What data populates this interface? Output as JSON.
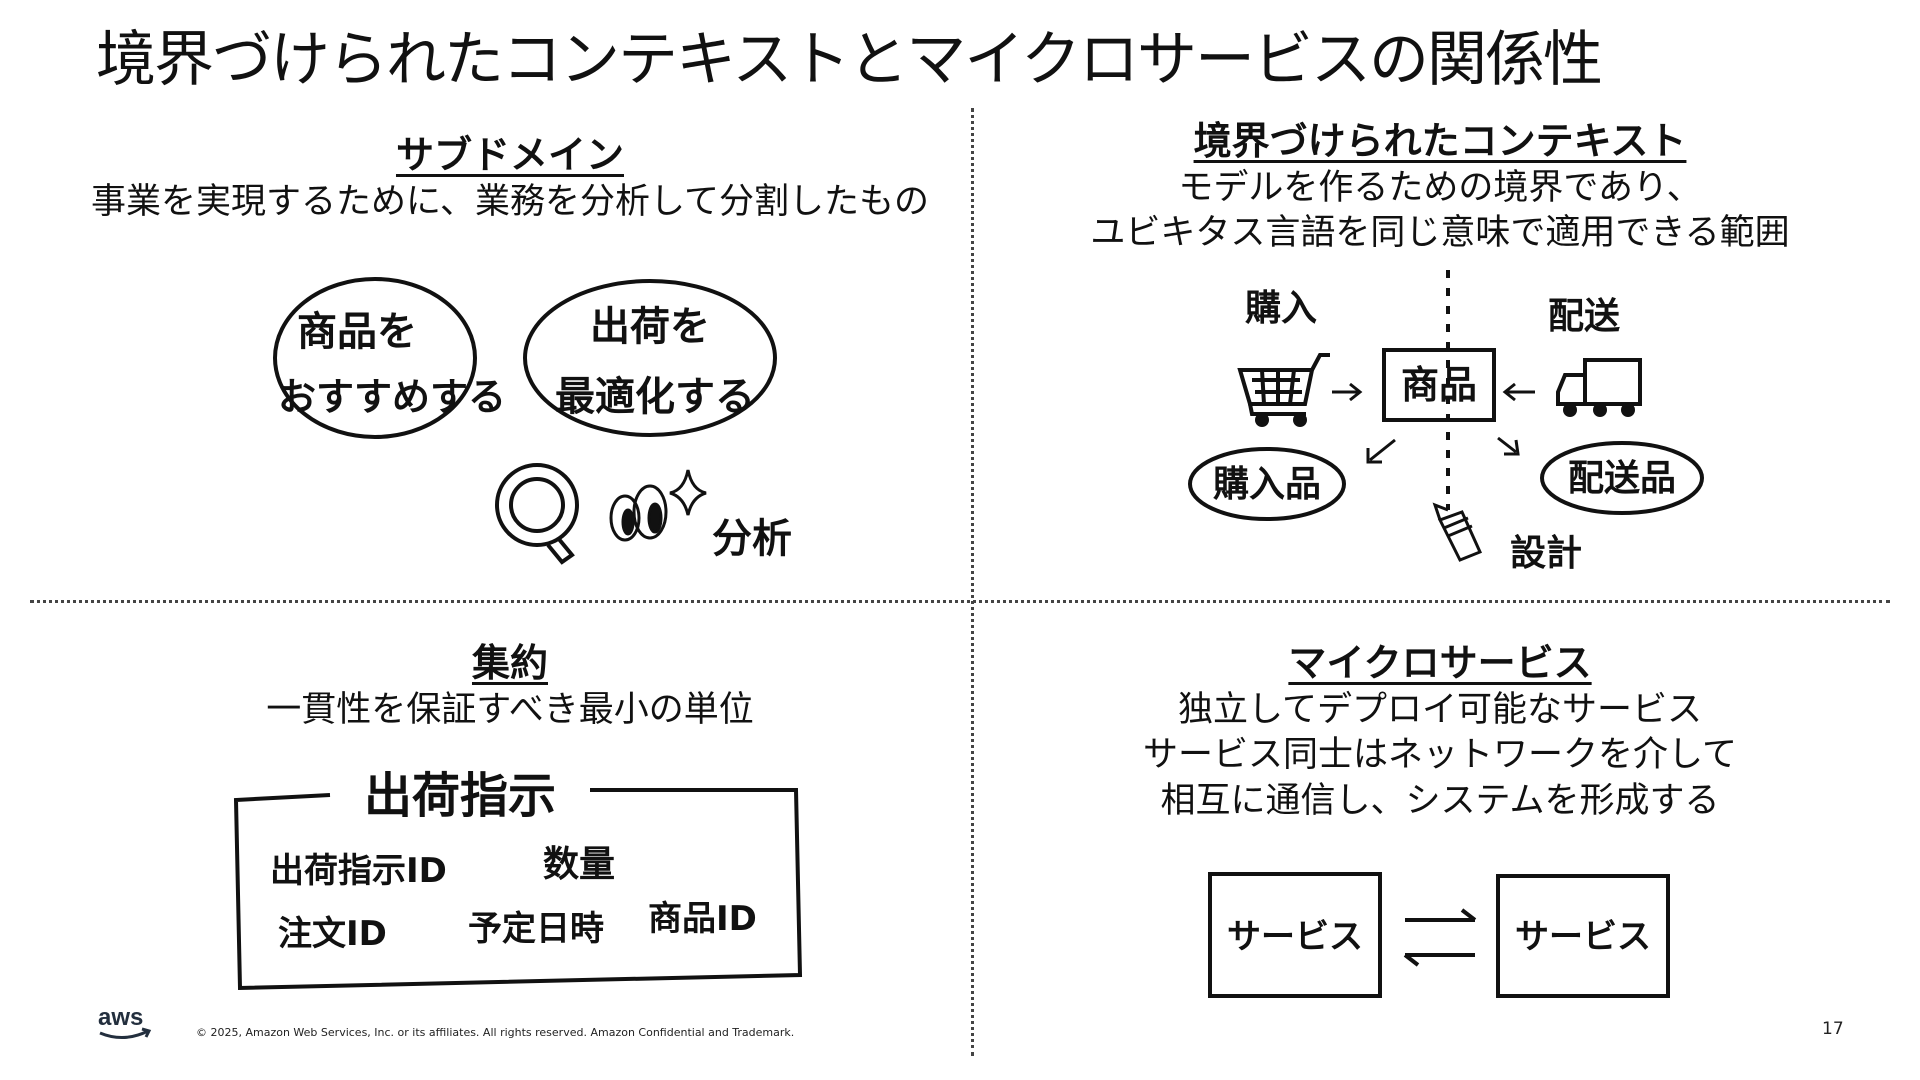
{
  "title": "境界づけられたコンテキストとマイクロサービスの関係性",
  "subdomain": {
    "heading": "サブドメイン",
    "description": "事業を実現するために、業務を分析して分割したもの",
    "bubble1_line1": "商品を",
    "bubble1_line2": "おすすめする",
    "bubble2_line1": "出荷を",
    "bubble2_line2": "最適化する",
    "analysis_label": "分析"
  },
  "bounded_context": {
    "heading": "境界づけられたコンテキスト",
    "description_line1": "モデルを作るための境界であり、",
    "description_line2": "ユビキタス言語を同じ意味で適用できる範囲",
    "purchase_label": "購入",
    "delivery_label": "配送",
    "product_label": "商品",
    "purchased_item_label": "購入品",
    "delivered_item_label": "配送品",
    "design_label": "設計"
  },
  "aggregate": {
    "heading": "集約",
    "description": "一貫性を保証すべき最小の単位",
    "box_title": "出荷指示",
    "field1": "出荷指示ID",
    "field2": "数量",
    "field3": "注文ID",
    "field4": "予定日時",
    "field5": "商品ID"
  },
  "microservice": {
    "heading": "マイクロサービス",
    "description_line1": "独立してデプロイ可能なサービス",
    "description_line2": "サービス同士はネットワークを介して",
    "description_line3": "相互に通信し、システムを形成する",
    "service_left": "サービス",
    "service_right": "サービス"
  },
  "footer": {
    "logo_text": "aws",
    "copyright": "© 2025, Amazon Web Services, Inc. or its affiliates. All rights reserved. Amazon Confidential and Trademark.",
    "page_number": "17"
  }
}
